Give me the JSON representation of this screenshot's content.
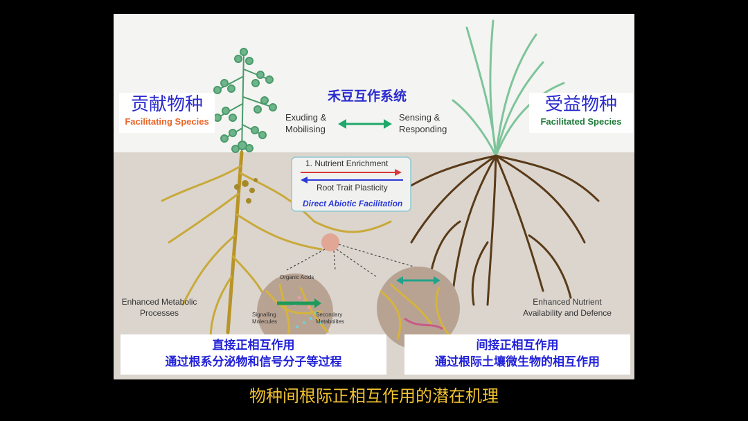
{
  "left_species": {
    "cn": "贡献物种",
    "en": "Facilitating Species"
  },
  "right_species": {
    "cn": "受益物种",
    "en": "Facilitated Species"
  },
  "center_title": "禾豆互作系统",
  "exchange": {
    "left_line1": "Exuding &",
    "left_line2": "Mobilising",
    "right_line1": "Sensing &",
    "right_line2": "Responding"
  },
  "mechanism": {
    "nutrient": "1. Nutrient Enrichment",
    "plasticity": "Root Trait Plasticity",
    "facilitation": "Direct Abiotic Facilitation"
  },
  "circle_labels": {
    "organic_acids": "Organic Acids",
    "signalling_1": "Signalling",
    "signalling_2": "Molecules",
    "secondary_1": "Secondary",
    "secondary_2": "Metabolites"
  },
  "left_side_text": {
    "line1": "Enhanced Metabolic",
    "line2": "Processes"
  },
  "right_side_text": {
    "line1": "Enhanced Nutrient",
    "line2": "Availability and Defence"
  },
  "bottom_left": {
    "line1": "直接正相互作用",
    "line2": "通过根系分泌物和信号分子等过程"
  },
  "bottom_right": {
    "line1": "间接正相互作用",
    "line2": "通过根际土壤微生物的相互作用"
  },
  "caption": "物种间根际正相互作用的潜在机理",
  "colors": {
    "sky": "#f5f5f3",
    "soil": "#dcd6cf",
    "blue_text": "#2a2acf",
    "caption": "#f2c230"
  }
}
